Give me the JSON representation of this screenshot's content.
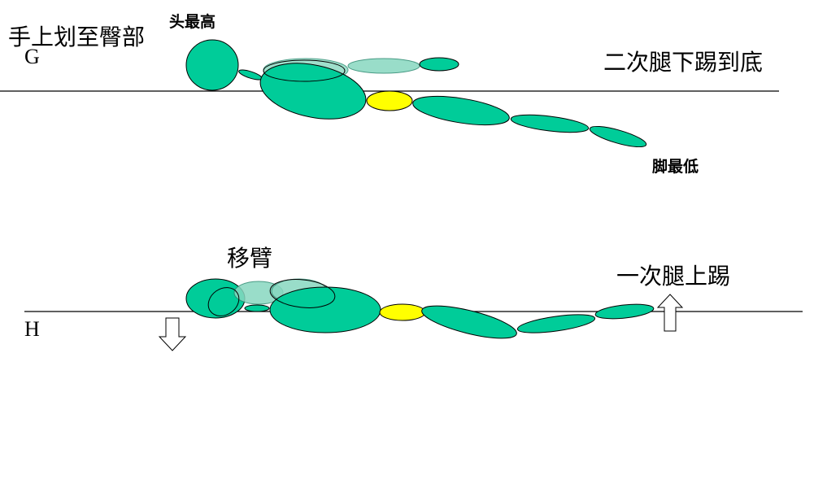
{
  "colors": {
    "body": "#00cc99",
    "body_ghost": "#88d8c0",
    "hip": "#ffff00",
    "line": "#000000",
    "arrow_fill": "#ffffff"
  },
  "panel_g": {
    "section_label": "G",
    "arm_label": "手上划至臀部",
    "head_label": "头最高",
    "kick_label": "二次腿下踢到底",
    "foot_label": "脚最低"
  },
  "panel_h": {
    "section_label": "H",
    "arm_label": "移臂",
    "kick_label": "一次腿上踢",
    "down_arrow_icon": "down-arrow-icon",
    "up_arrow_icon": "up-arrow-icon"
  }
}
